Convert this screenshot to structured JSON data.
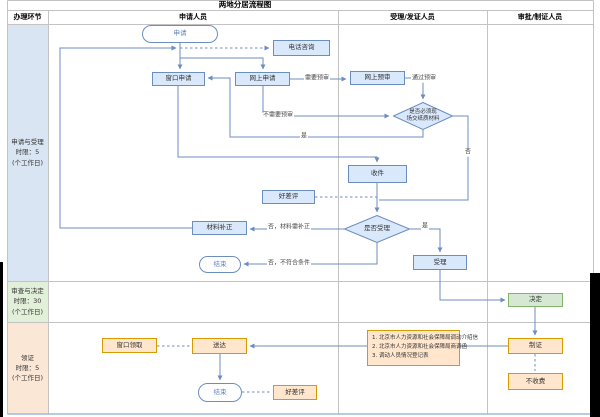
{
  "title": "两地分居流程图",
  "columns": [
    "办理环节",
    "申请人员",
    "受理/发证人员",
    "审批/制证人员"
  ],
  "lanes": [
    {
      "label": "申请与受理\n时限：5\n(个工作日)"
    },
    {
      "label": "审查与决定\n时限：30\n(个工作日)"
    },
    {
      "label": "领证\n时限：5\n(个工作日)"
    }
  ],
  "nodes": {
    "start": "申请",
    "phone": "电话咨询",
    "window_apply": "窗口申请",
    "online_apply": "网上申请",
    "online_review": "网上预审",
    "need_paper_q": "是否必须现\n场交纸质材料",
    "receive": "收件",
    "rating1": "好差评",
    "supplement": "材料补正",
    "accept_q": "是否受理",
    "end1": "结束",
    "accept": "受理",
    "decision": "决定",
    "make_cert": "制证",
    "no_fee": "不收费",
    "window_pickup": "窗口领取",
    "deliver": "送达",
    "end2": "结束",
    "rating2": "好差评"
  },
  "edge_labels": {
    "need_review": "需要预审",
    "pass_review": "通过预审",
    "no_need_review": "不需要预审",
    "yes_onsite": "是",
    "no_onsite": "否",
    "no_supplement": "否，材料需补正",
    "yes_accept": "是",
    "no_reject": "否，不符合条件"
  },
  "note": {
    "items": [
      "1. 北京市人力资源和社会保障局调动介绍信",
      "2. 北京市人力资源和社会保障局商调函",
      "3. 调动人员情况登记表"
    ]
  },
  "colors": {
    "line": "#6c8ebf",
    "blue_fill": "#dae8fc",
    "blue_stroke": "#6c8ebf",
    "green_fill": "#d5e8d4",
    "green_stroke": "#82b366",
    "orange_fill": "#ffe6cc",
    "orange_stroke": "#d79b00",
    "lane1_fill": "#d9e5f3",
    "lane2_fill": "#e2f0da",
    "lane3_fill": "#fbe7d6"
  }
}
